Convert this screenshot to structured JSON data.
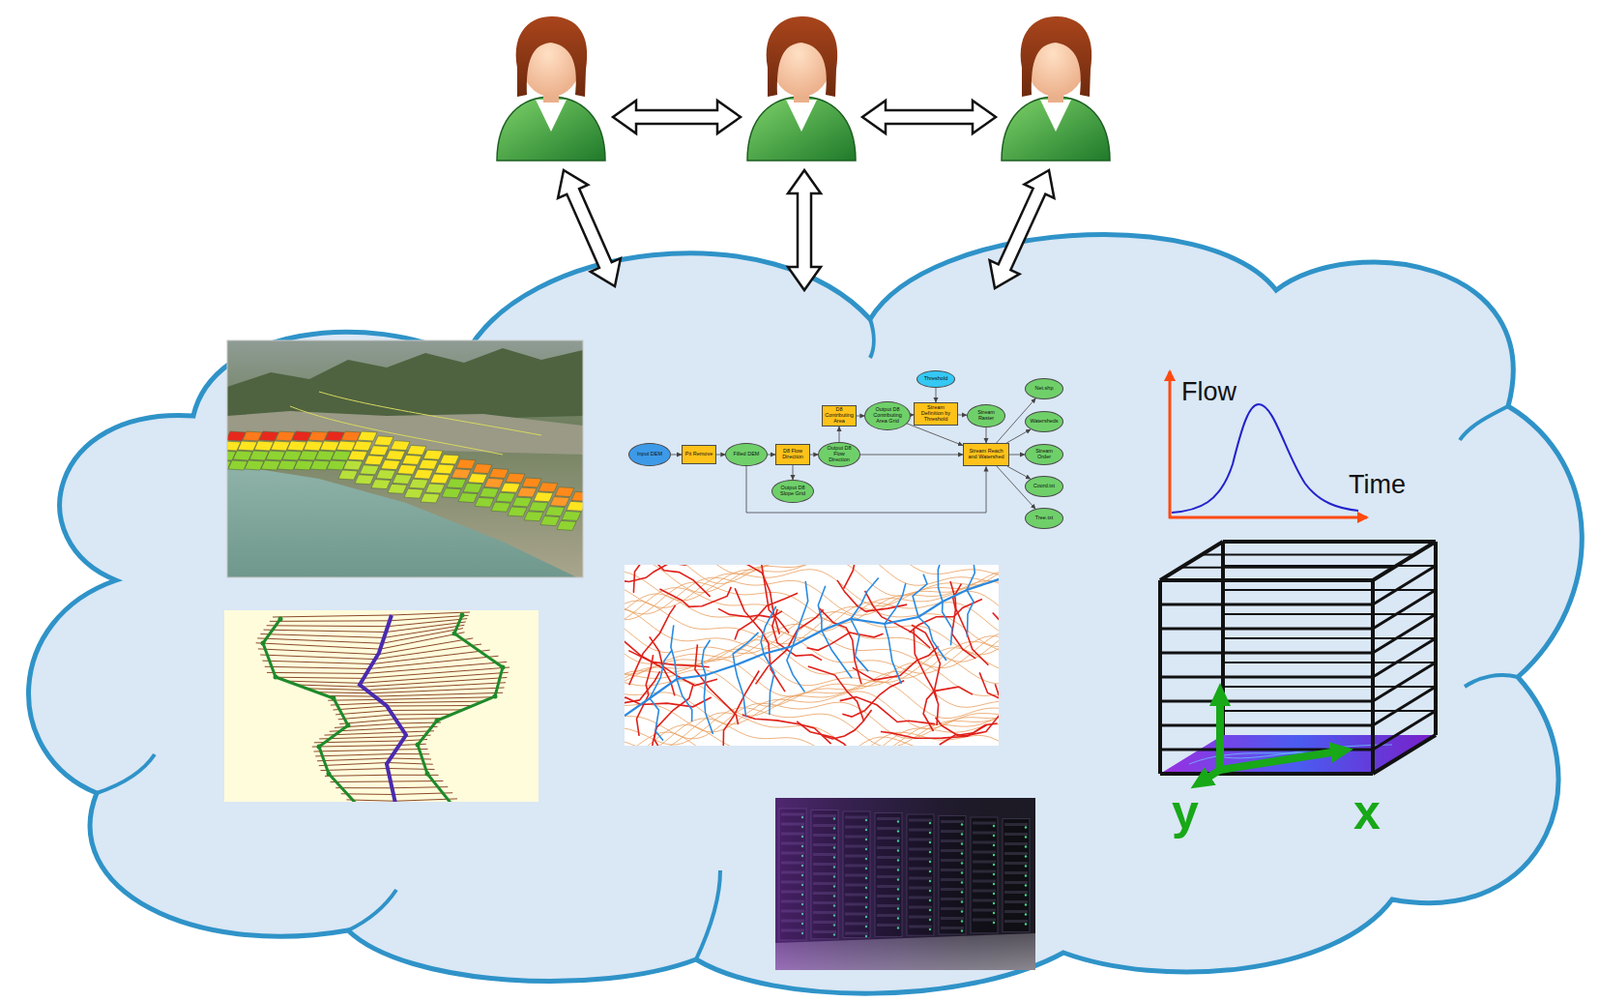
{
  "diagram": {
    "nodes": [
      {
        "text": [
          "Input DEM"
        ]
      },
      {
        "text": [
          "Pit Remove"
        ]
      },
      {
        "text": [
          "Filled DEM"
        ]
      },
      {
        "text": [
          "D8 Flow Direction"
        ]
      },
      {
        "text": [
          "Output D8 Slope Grid"
        ]
      },
      {
        "text": [
          "Output D8 Flow Direction"
        ]
      },
      {
        "text": [
          "D8 Contributing Area"
        ]
      },
      {
        "text": [
          "Output D8 Contributing Area Grid"
        ]
      },
      {
        "text": [
          "Threshold"
        ]
      },
      {
        "text": [
          "Stream Definition by Threshold"
        ]
      },
      {
        "text": [
          "Stream Raster"
        ]
      },
      {
        "text": [
          "Stream Reach and Watershed"
        ]
      },
      {
        "text": [
          "Net.shp"
        ]
      },
      {
        "text": [
          "Watersheds"
        ]
      },
      {
        "text": [
          "Stream Order"
        ]
      },
      {
        "text": [
          "Coord.txt"
        ]
      },
      {
        "text": [
          "Tree.txt"
        ]
      }
    ],
    "edges": [
      {
        "from": 0,
        "to": 1,
        "arrow": "to"
      },
      {
        "from": 1,
        "to": 2,
        "arrow": "to"
      },
      {
        "from": 2,
        "to": 3,
        "arrow": "to"
      },
      {
        "from": 3,
        "to": 4,
        "arrow": "to"
      },
      {
        "from": 3,
        "to": 5,
        "arrow": "to"
      },
      {
        "from": 5,
        "to": 6,
        "arrow": "to"
      },
      {
        "from": 6,
        "to": 7,
        "arrow": "to"
      },
      {
        "from": 7,
        "to": 9,
        "arrow": "to"
      },
      {
        "from": 8,
        "to": 9,
        "arrow": "to"
      },
      {
        "from": 9,
        "to": 10,
        "arrow": "to"
      },
      {
        "from": 10,
        "to": 11,
        "arrow": "to"
      },
      {
        "from": 5,
        "to": 11,
        "arrow": "to"
      },
      {
        "from": 7,
        "to": 11,
        "arrow": "to"
      },
      {
        "from": 2,
        "to": 11,
        "arrow": "to"
      },
      {
        "from": 11,
        "to": 12,
        "arrow": "to"
      },
      {
        "from": 11,
        "to": 13,
        "arrow": "to"
      },
      {
        "from": 11,
        "to": 14,
        "arrow": "to"
      },
      {
        "from": 11,
        "to": 15,
        "arrow": "to"
      },
      {
        "from": 11,
        "to": 16,
        "arrow": "to"
      }
    ],
    "labels": [
      "Flow",
      "Time",
      "y",
      "x"
    ]
  }
}
